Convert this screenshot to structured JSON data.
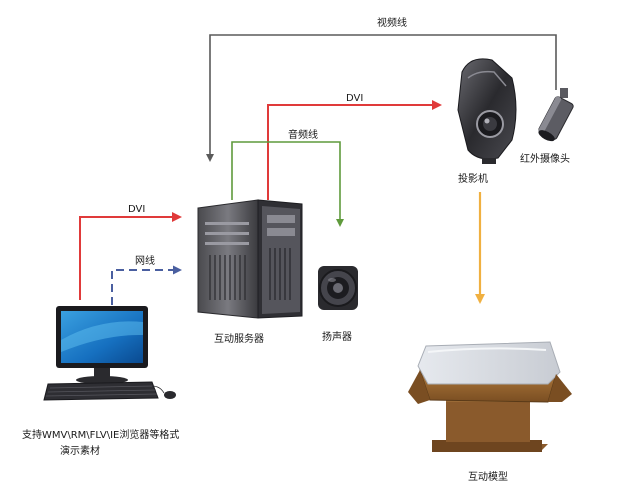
{
  "connections": {
    "video_line": "视频线",
    "dvi_top": "DVI",
    "audio_line": "音频线",
    "dvi_left": "DVI",
    "network_line": "网线"
  },
  "devices": {
    "server": "互动服务器",
    "speaker": "扬声器",
    "projector": "投影机",
    "ir_camera": "红外摄像头",
    "model": "互动模型",
    "pc_line1": "支持WMV\\RM\\FLV\\IE浏览器等格式",
    "pc_line2": "演示素材"
  },
  "colors": {
    "video_line": "#5a5a5a",
    "dvi": "#e03a3a",
    "audio": "#5f9a3c",
    "network": "#4a5fa0",
    "projection": "#f0b040"
  }
}
